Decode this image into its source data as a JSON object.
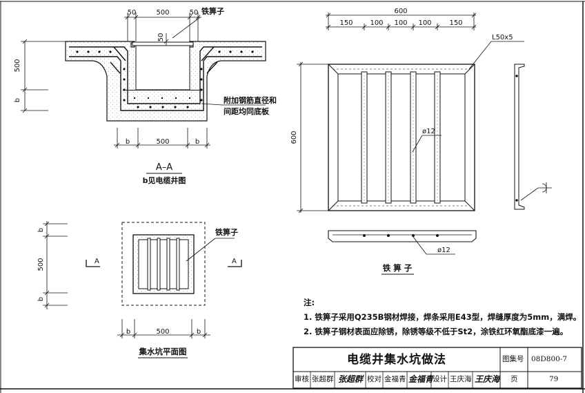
{
  "section_aa": {
    "top_dims": [
      "50",
      "500",
      "50"
    ],
    "dim_50_vertical": "50",
    "callout_grate": "铁箅子",
    "left_dims": [
      "500",
      "b"
    ],
    "callout_rebar": [
      "附加钢筋直径和",
      "间距均同底板"
    ],
    "bottom_dims": [
      "b",
      "500",
      "b"
    ],
    "title": "A–A",
    "subtitle": "b见电缆井图"
  },
  "plan": {
    "left_dims": [
      "b",
      "500",
      "b"
    ],
    "callout_grate": "铁箅子",
    "section_mark_left": "A",
    "section_mark_right": "A",
    "bottom_dims": [
      "b",
      "500",
      "b"
    ],
    "title": "集水坑平面图"
  },
  "grate": {
    "overall_top": "600",
    "top_dims": [
      "150",
      "100",
      "100",
      "100",
      "150"
    ],
    "angle_label": "L50x5",
    "left_dim": "600",
    "bar_label": "ø12",
    "bottom_bar_label": "ø12",
    "title": "铁 箅 子"
  },
  "notes": {
    "heading": "注:",
    "items": [
      "1. 铁箅子采用Q235B钢材焊接，焊条采用E43型，焊缝厚度为5mm，满焊。",
      "2. 铁箅子钢材表面应除锈，除锈等级不低于St2，涂铁红环氧酯底漆一遍。"
    ]
  },
  "title_block": {
    "drawing_title": "电缆井集水坑做法",
    "atlas_label": "图集号",
    "atlas_no": "08D800-7",
    "review_label": "审核",
    "reviewer": "张超群",
    "reviewer_sig": "张超群",
    "check_label": "校对",
    "checker": "金福青",
    "checker_sig": "金福青",
    "design_label": "设计",
    "designer": "王庆海",
    "designer_sig": "王庆海",
    "page_label": "页",
    "page_no": "79"
  }
}
